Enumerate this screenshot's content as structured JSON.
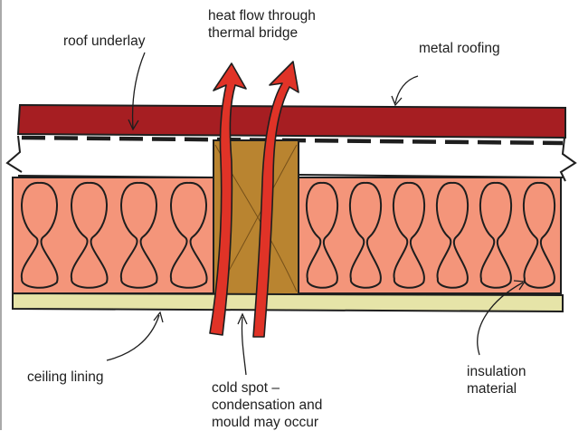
{
  "labels": {
    "heat_flow": [
      "heat flow through",
      "thermal bridge"
    ],
    "roof_underlay": "roof underlay",
    "metal_roofing": "metal roofing",
    "ceiling_lining": "ceiling lining",
    "cold_spot": [
      "cold spot –",
      "condensation and",
      "mould may occur"
    ],
    "insulation": [
      "insulation",
      "material"
    ]
  },
  "colors": {
    "metal_roofing": "#a61e22",
    "insulation": "#f4957a",
    "timber_joist": "#b98430",
    "ceiling_lining": "#e6e4a8",
    "heat_arrow": "#e03327",
    "outline": "#1e1e1e"
  }
}
